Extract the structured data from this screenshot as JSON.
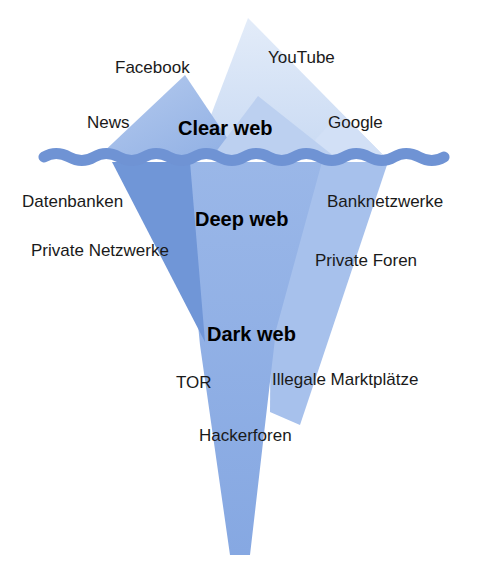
{
  "diagram": {
    "labels": [
      "Facebook",
      "YouTube",
      "News",
      "Clear web",
      "Google",
      "Datenbanken",
      "Deep web",
      "Banknetzwerke",
      "Private Netzwerke",
      "Private Foren",
      "Dark web",
      "TOR",
      "Illegale Marktplätze",
      "Hackerforen"
    ]
  }
}
